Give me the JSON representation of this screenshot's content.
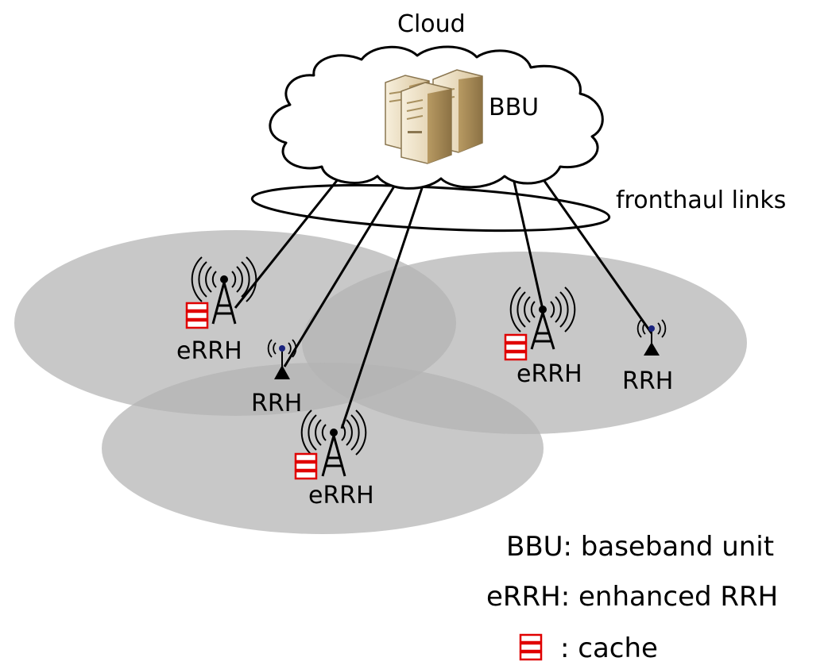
{
  "cloud_label": "Cloud",
  "bbu_label": "BBU",
  "fronthaul_label": "fronthaul links",
  "nodes": [
    {
      "type": "eRRH",
      "label": "eRRH"
    },
    {
      "type": "RRH",
      "label": "RRH"
    },
    {
      "type": "eRRH",
      "label": "eRRH"
    },
    {
      "type": "eRRH",
      "label": "eRRH"
    },
    {
      "type": "RRH",
      "label": "RRH"
    }
  ],
  "legend": {
    "bbu": "BBU: baseband unit",
    "errh": "eRRH: enhanced RRH",
    "cache": ": cache"
  },
  "colors": {
    "coverage": "#b3b3b3",
    "cache": "#e00000",
    "antenna_dot": "#1a237e",
    "server": "#efe2c4"
  },
  "icons": [
    "cloud-icon",
    "server-icon",
    "antenna-tower-icon",
    "small-antenna-icon",
    "cache-icon"
  ]
}
